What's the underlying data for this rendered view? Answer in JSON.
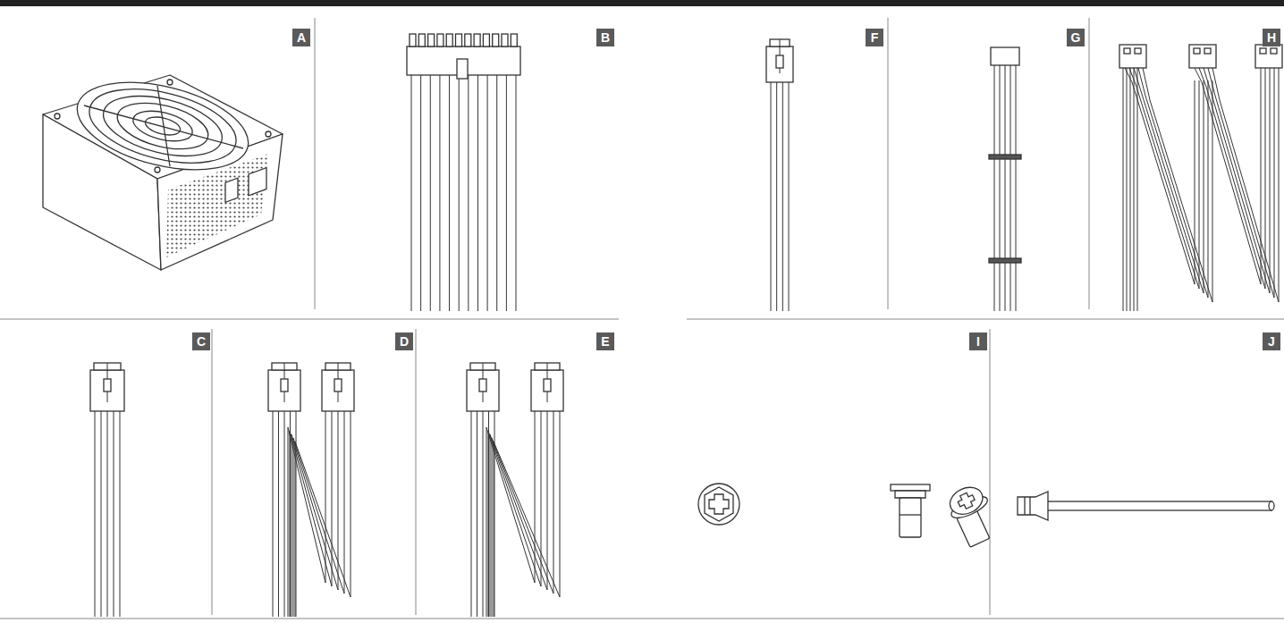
{
  "diagram": {
    "nodes": [
      {
        "text": [
          "A"
        ]
      },
      {
        "text": [
          "B"
        ]
      },
      {
        "text": [
          "F"
        ]
      },
      {
        "text": [
          "G"
        ]
      },
      {
        "text": [
          "H"
        ]
      },
      {
        "text": [
          "C"
        ]
      },
      {
        "text": [
          "D"
        ]
      },
      {
        "text": [
          "E"
        ]
      },
      {
        "text": [
          "I"
        ]
      },
      {
        "text": [
          "J"
        ]
      }
    ]
  }
}
